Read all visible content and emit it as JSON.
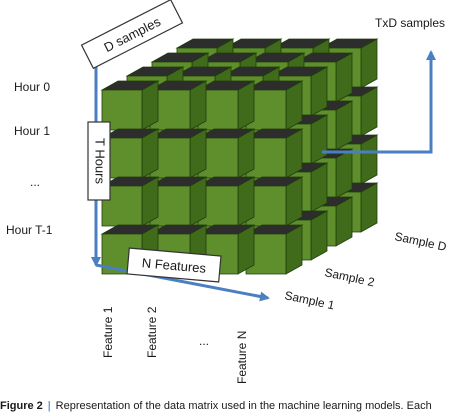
{
  "diagram": {
    "cube_colors": {
      "front": "#5e8f2c",
      "top": "#2d2d2d",
      "side": "#3f6b1a",
      "edge": "#213d0c"
    },
    "arrow_color": "#4a7fc1",
    "hour_labels": [
      "Hour 0",
      "Hour 1",
      "...",
      "Hour T-1"
    ],
    "box_labels": {
      "d_samples": "D samples",
      "t_hours": "T Hours",
      "n_features": "N Features"
    },
    "txd_label": "TxD samples",
    "sample_labels": [
      "Sample D",
      "Sample 2",
      "Sample 1"
    ],
    "feature_labels": [
      "Feature 1",
      "Feature 2",
      "...",
      "Feature N"
    ]
  },
  "caption": {
    "label": "Figure 2",
    "separator": "|",
    "text": "Representation of the data matrix used in the machine learning models. Each"
  }
}
